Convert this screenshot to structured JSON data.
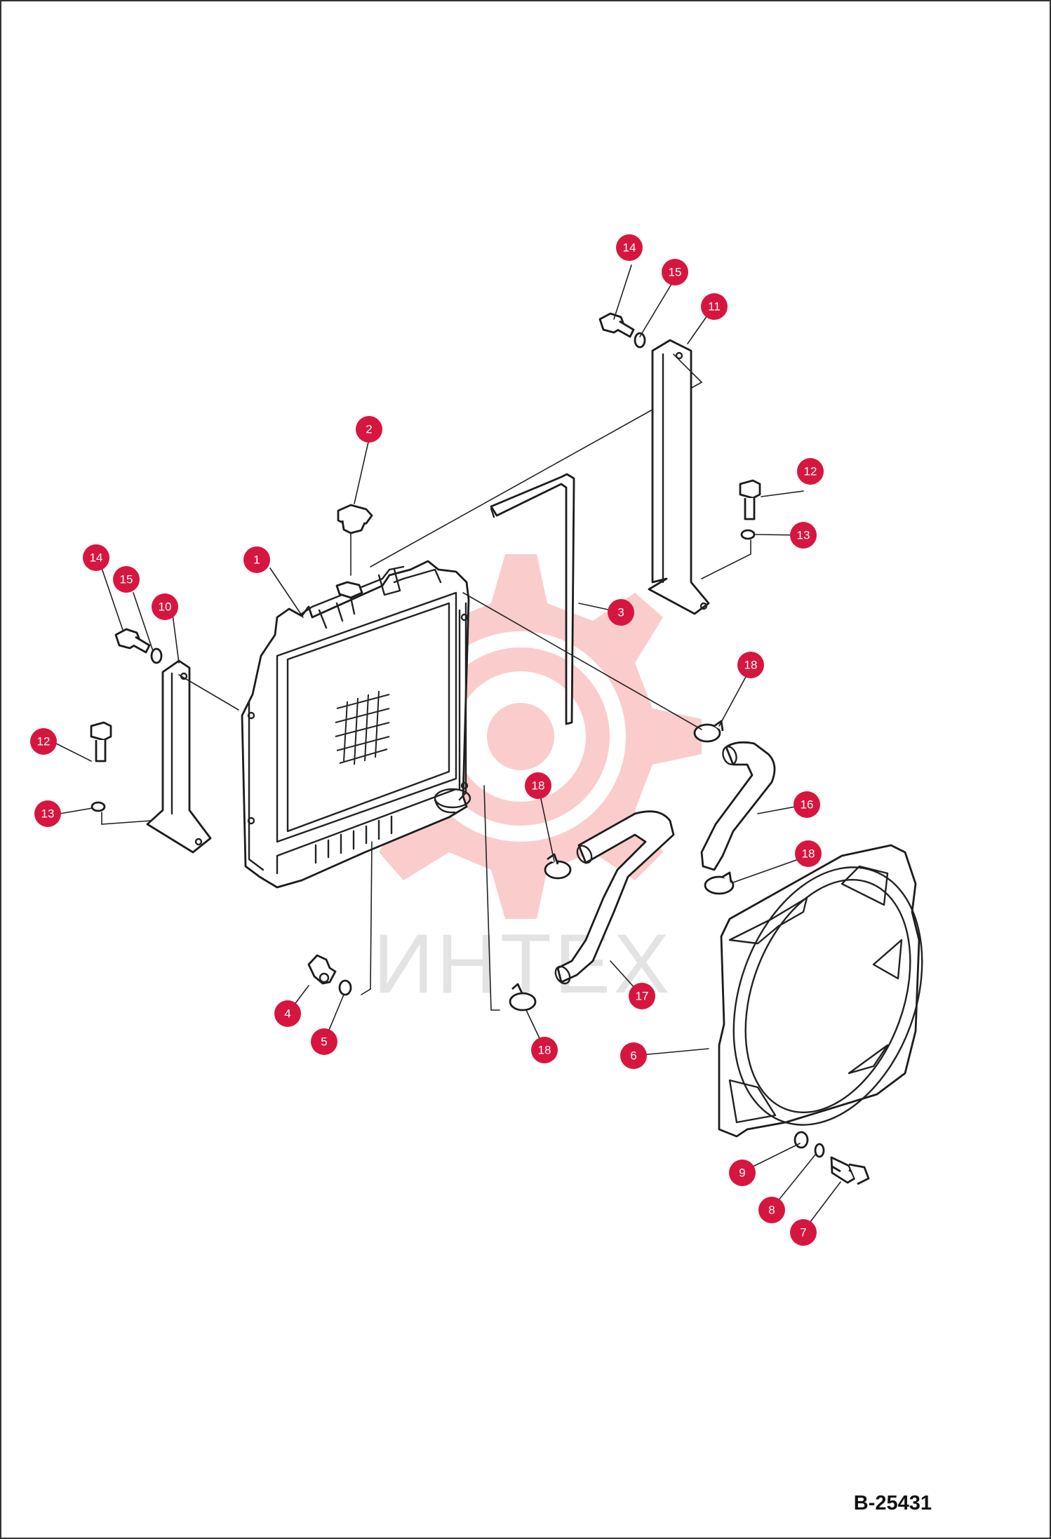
{
  "watermark": {
    "text": "ИНТЕХ",
    "color": "#f05a5a"
  },
  "drawing_code": "B-25431",
  "callout_color": "#d6163f",
  "callouts": [
    {
      "id": "c14a",
      "label": "14"
    },
    {
      "id": "c15a",
      "label": "15"
    },
    {
      "id": "c11",
      "label": "11"
    },
    {
      "id": "c2",
      "label": "2"
    },
    {
      "id": "c12a",
      "label": "12"
    },
    {
      "id": "c13a",
      "label": "13"
    },
    {
      "id": "c14b",
      "label": "14"
    },
    {
      "id": "c15b",
      "label": "15"
    },
    {
      "id": "c10",
      "label": "10"
    },
    {
      "id": "c1",
      "label": "1"
    },
    {
      "id": "c3",
      "label": "3"
    },
    {
      "id": "c18a",
      "label": "18"
    },
    {
      "id": "c12b",
      "label": "12"
    },
    {
      "id": "c16",
      "label": "16"
    },
    {
      "id": "c13b",
      "label": "13"
    },
    {
      "id": "c18b",
      "label": "18"
    },
    {
      "id": "c18c",
      "label": "18"
    },
    {
      "id": "c4",
      "label": "4"
    },
    {
      "id": "c17",
      "label": "17"
    },
    {
      "id": "c5",
      "label": "5"
    },
    {
      "id": "c18d",
      "label": "18"
    },
    {
      "id": "c6",
      "label": "6"
    },
    {
      "id": "c9",
      "label": "9"
    },
    {
      "id": "c8",
      "label": "8"
    },
    {
      "id": "c7",
      "label": "7"
    }
  ]
}
